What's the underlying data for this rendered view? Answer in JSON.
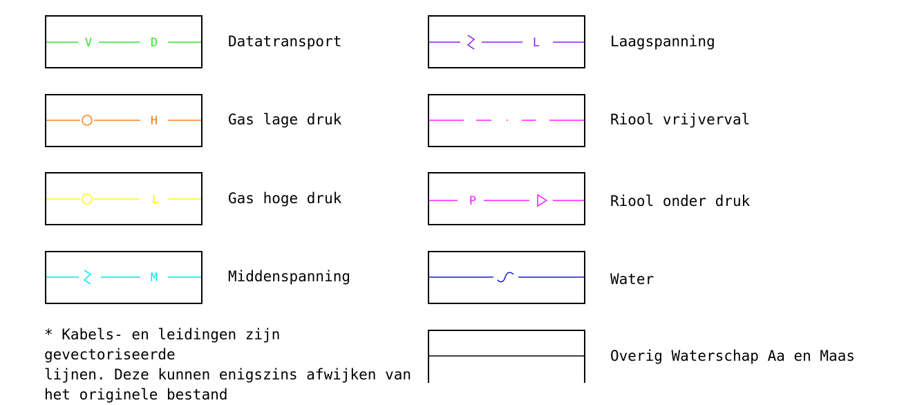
{
  "legend": {
    "items": [
      {
        "label": "Datatransport",
        "color": "#33e633",
        "symbols": [
          "V",
          "D"
        ]
      },
      {
        "label": "Gas lage druk",
        "color": "#f5801f",
        "symbols": [
          "O",
          "H"
        ]
      },
      {
        "label": "Gas hoge druk",
        "color": "#ffff00",
        "symbols": [
          "O",
          "L"
        ]
      },
      {
        "label": "Middenspanning",
        "color": "#00e6f0",
        "symbols": [
          "lightning",
          "M"
        ]
      },
      {
        "label": "Laagspanning",
        "color": "#8a1cf0",
        "symbols": [
          "lightning",
          "L"
        ]
      },
      {
        "label": "Riool vrijverval",
        "color": "#ff1aff",
        "symbols": [
          "dash-dot"
        ]
      },
      {
        "label": "Riool onder druk",
        "color": "#ff1aff",
        "symbols": [
          "P",
          "triangle"
        ]
      },
      {
        "label": "Water",
        "color": "#1a1acc",
        "symbols": [
          "wave"
        ]
      },
      {
        "label": "Overig Waterschap Aa en Maas",
        "color": "#000000",
        "symbols": []
      }
    ],
    "footnote": "* Kabels- en leidingen zijn gevectoriseerde\nlijnen. Deze kunnen enigszins afwijken van\nhet originele bestand"
  }
}
